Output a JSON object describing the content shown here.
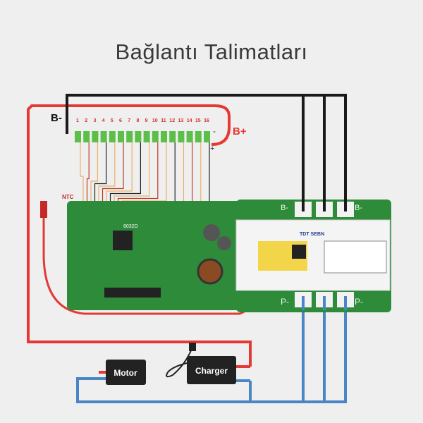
{
  "title": "Bağlantı Talimatları",
  "labels": {
    "b_minus": "B-",
    "b_plus": "B+",
    "cell_minus": "-",
    "cell_plus": "+",
    "ntc": "NTC",
    "board_b_minus": "B-",
    "board_p_minus": "P-",
    "board_model": "6032D",
    "brand": "TDT SEBN",
    "motor": "Motor",
    "charger": "Charger"
  },
  "cells": [
    "1",
    "2",
    "3",
    "4",
    "5",
    "6",
    "7",
    "8",
    "9",
    "10",
    "11",
    "12",
    "13",
    "14",
    "15",
    "16"
  ],
  "colors": {
    "red": "#e53935",
    "black": "#1a1a1a",
    "blue": "#4a86c5",
    "green": "#2e8b3a",
    "balance": "#e8b36a"
  }
}
